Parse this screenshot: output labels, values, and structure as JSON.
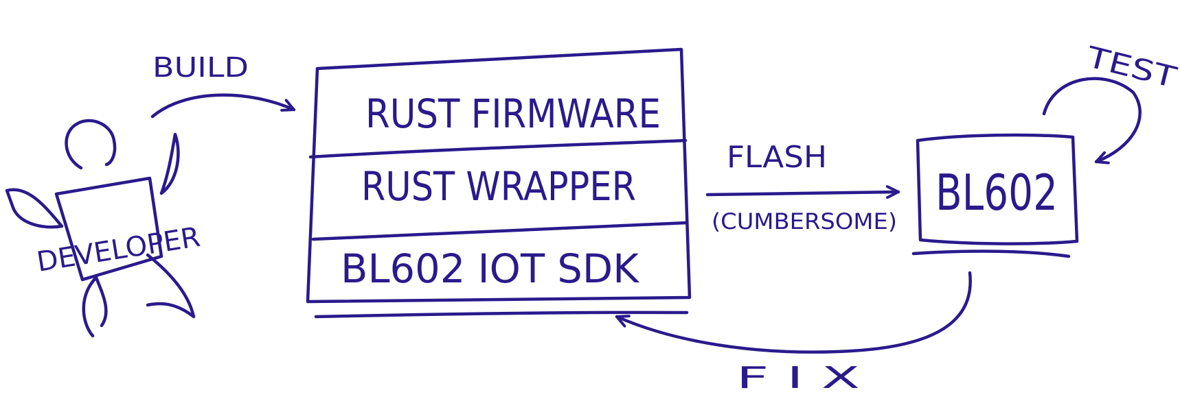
{
  "diagram": {
    "ink_color": "#2a1a8c",
    "background": "#ffffff",
    "actor": {
      "label": "DEVELOPER"
    },
    "edges": {
      "build": "BUILD",
      "flash": "FLASH",
      "flash_note": "(CUMBERSOME)",
      "test": "TEST",
      "fix": "F I X"
    },
    "stack": {
      "layers": [
        "RUST FIRMWARE",
        "RUST WRAPPER",
        "BL602 IOT SDK"
      ]
    },
    "device": {
      "label": "BL602"
    }
  }
}
